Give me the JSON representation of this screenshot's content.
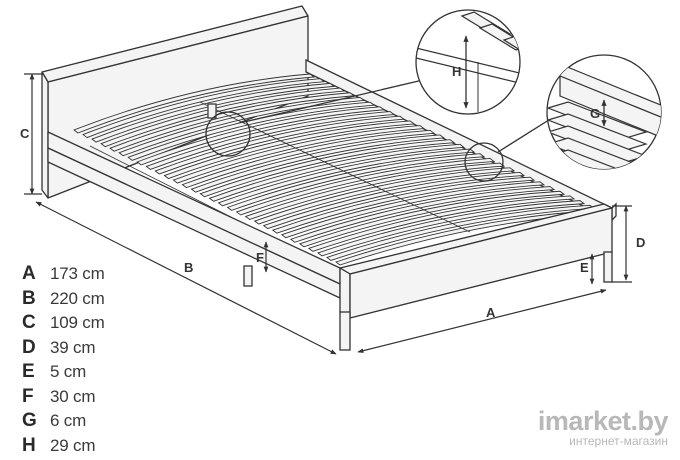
{
  "diagram": {
    "labels": {
      "A": "A",
      "B": "B",
      "C": "C",
      "D": "D",
      "E": "E",
      "F": "F",
      "G": "G",
      "H": "H"
    }
  },
  "dimensions": [
    {
      "letter": "A",
      "value": "173 cm"
    },
    {
      "letter": "B",
      "value": "220 cm"
    },
    {
      "letter": "C",
      "value": "109 cm"
    },
    {
      "letter": "D",
      "value": "39 cm"
    },
    {
      "letter": "E",
      "value": "5 cm"
    },
    {
      "letter": "F",
      "value": "30 cm"
    },
    {
      "letter": "G",
      "value": "6 cm"
    },
    {
      "letter": "H",
      "value": "29 cm"
    }
  ],
  "watermark": {
    "logo": "imarket.by",
    "subtitle": "интернет-магазин"
  },
  "colors": {
    "line": "#333333",
    "fill": "#f4f4f4",
    "watermark": "#b8b8b8"
  }
}
